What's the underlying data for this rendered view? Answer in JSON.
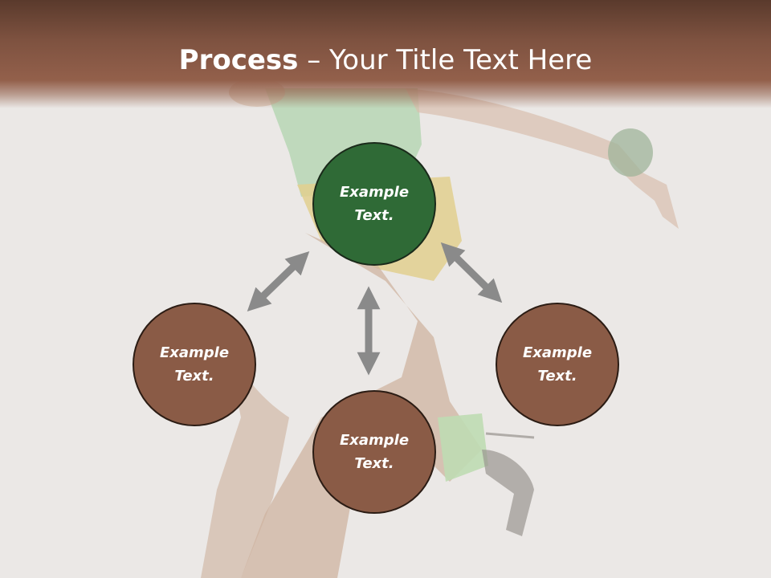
{
  "title": {
    "bold": "Process",
    "separator": " – ",
    "rest": "Your Title Text Here"
  },
  "nodes": {
    "center": "Example\nText.",
    "left": "Example\nText.",
    "right": "Example\nText.",
    "bottom": "Example\nText."
  },
  "colors": {
    "header": "#93604b",
    "center_node": "#2f6a36",
    "outer_node": "#8a5b46",
    "arrow": "#8a8a8a"
  }
}
